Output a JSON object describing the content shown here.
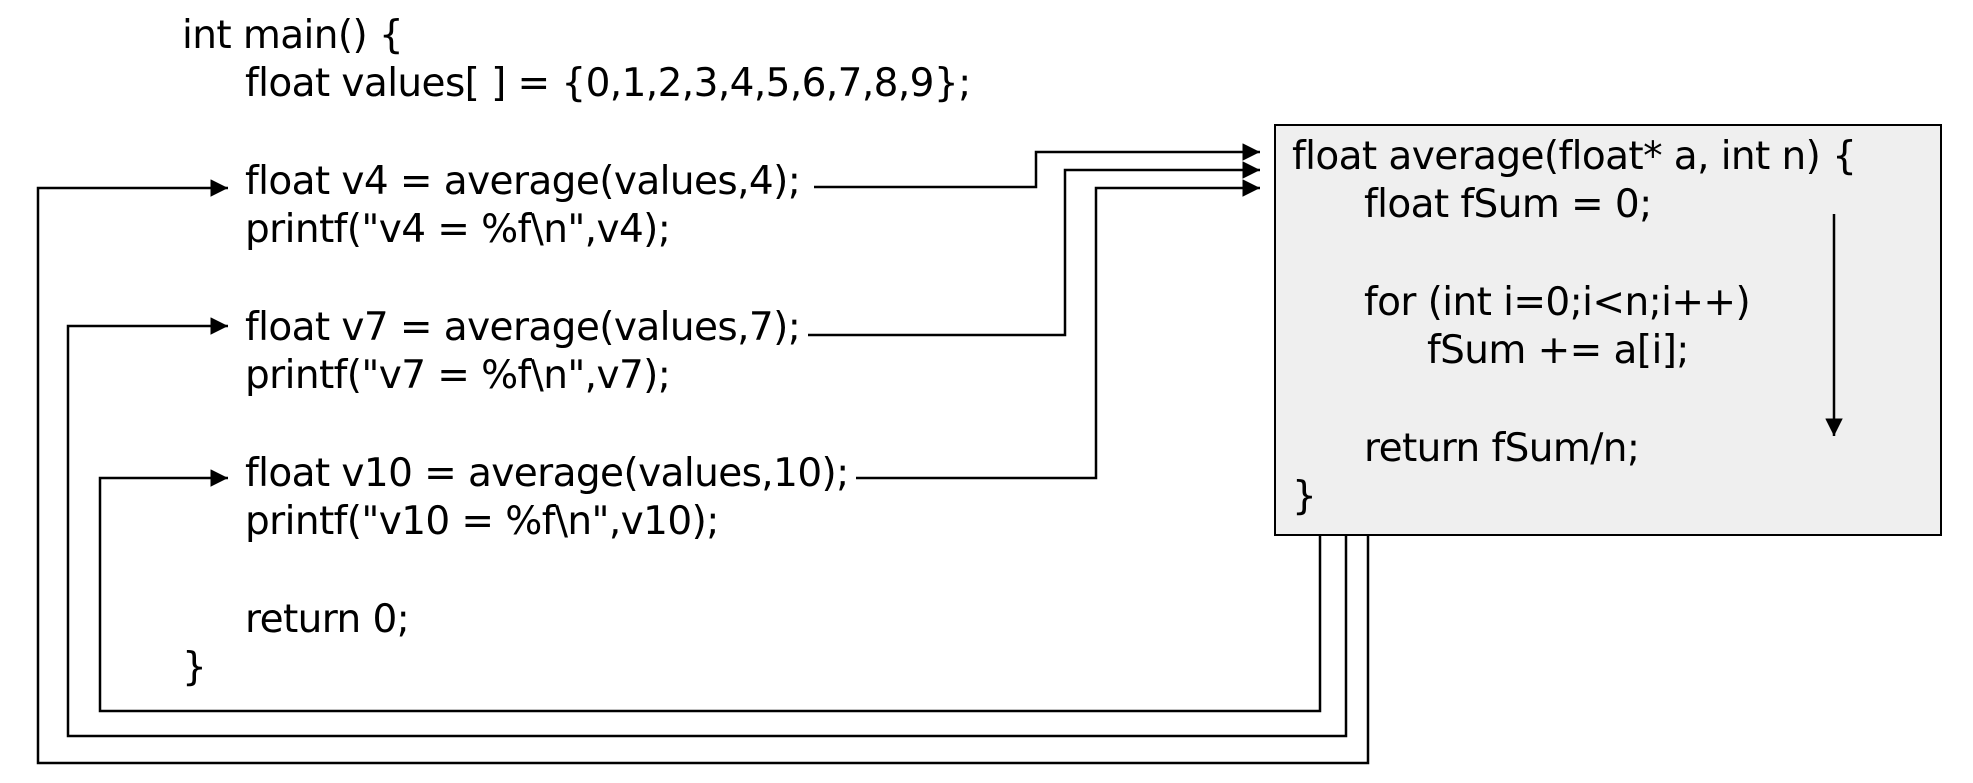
{
  "main_function": {
    "header": "int main() {",
    "values_decl": "float values[ ] = {0,1,2,3,4,5,6,7,8,9};",
    "calls": [
      {
        "call": "float v4 = average(values,4);",
        "print": "printf(\"v4 = %f\\n\",v4);"
      },
      {
        "call": "float v7 = average(values,7);",
        "print": "printf(\"v7 = %f\\n\",v7);"
      },
      {
        "call": "float v10 = average(values,10);",
        "print": "printf(\"v10 = %f\\n\",v10);"
      }
    ],
    "return_stmt": "return 0;",
    "close": "}"
  },
  "average_function": {
    "header": "float average(float* a, int n) {",
    "sum_decl": "float fSum = 0;",
    "loop": "for (int i=0;i<n;i++)",
    "loop_body": "fSum += a[i];",
    "return_stmt": "return fSum/n;",
    "close": "}"
  },
  "colors": {
    "line": "#000000",
    "box_fill": "#efefef",
    "text": "#000000"
  }
}
